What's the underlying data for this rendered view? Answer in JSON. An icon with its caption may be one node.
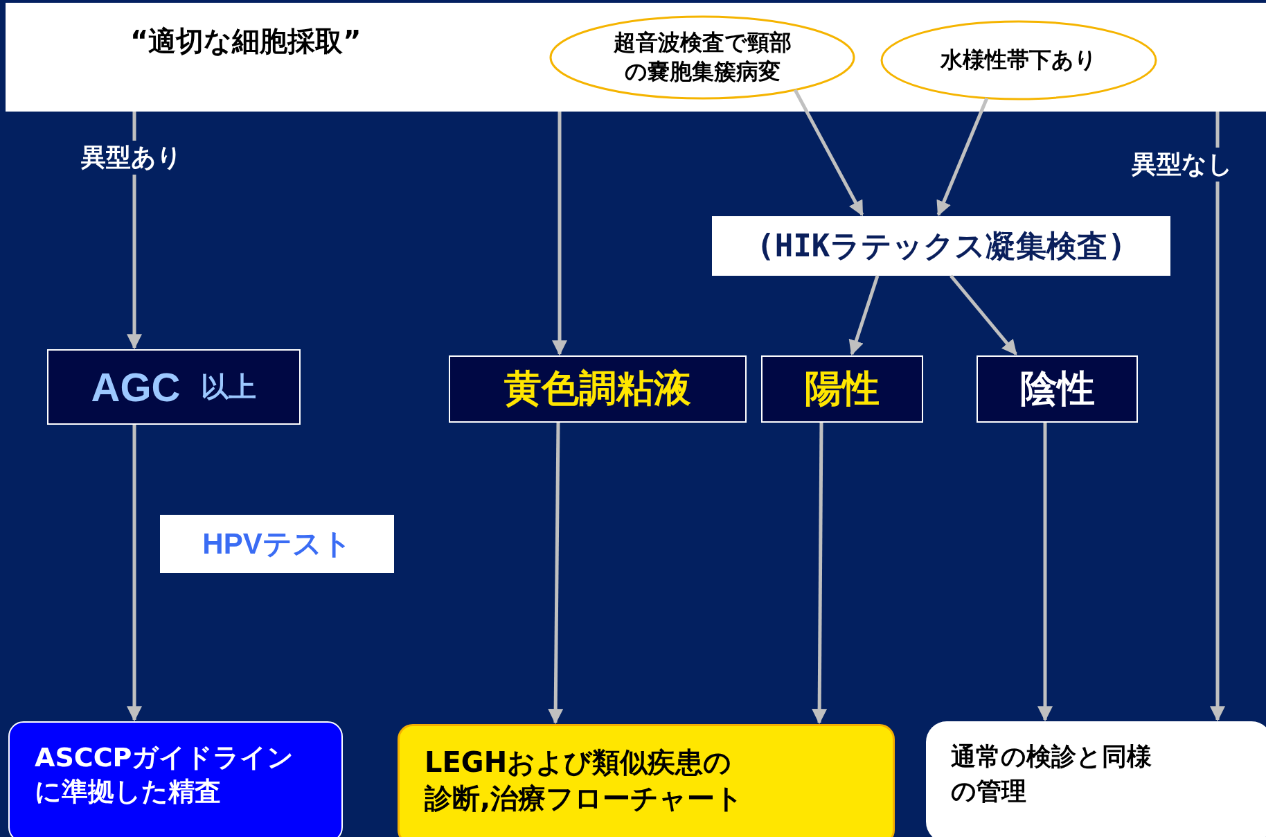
{
  "diagram": {
    "nodes": [
      {
        "text": [
          "“適切な細胞採取”"
        ]
      },
      {
        "text": [
          "超音波検査で頸部の嚢胞集簇病変"
        ],
        "in": 0
      },
      {
        "text": [
          "水様性帯下あり"
        ],
        "in": 0
      },
      {
        "text": [
          "(HIKラテックス凝集検査)"
        ]
      },
      {
        "text": [
          "AGC",
          "以上"
        ]
      },
      {
        "text": [
          "黄色調粘液"
        ]
      },
      {
        "text": [
          "陽性"
        ]
      },
      {
        "text": [
          "陰性"
        ]
      },
      {
        "text": [
          "HPVテスト"
        ]
      },
      {
        "text": [
          "ASCCPガイドラインに準拠した精査"
        ]
      },
      {
        "text": [
          "LEGHおよび類似疾患の診断,治療フローチャート"
        ]
      },
      {
        "text": [
          "通常の検診と同様の管理"
        ]
      }
    ],
    "edges": [
      {
        "from": 0,
        "to": 4,
        "arrow": "to",
        "label": "異型あり"
      },
      {
        "from": 0,
        "to": 5,
        "arrow": "to"
      },
      {
        "from": 1,
        "to": 3,
        "arrow": "to"
      },
      {
        "from": 2,
        "to": 3,
        "arrow": "to"
      },
      {
        "from": 3,
        "to": 6,
        "arrow": "to"
      },
      {
        "from": 3,
        "to": 7,
        "arrow": "to"
      },
      {
        "from": 4,
        "to": 9,
        "arrow": "to"
      },
      {
        "from": 5,
        "to": 10,
        "arrow": "to"
      },
      {
        "from": 6,
        "to": 10,
        "arrow": "to"
      },
      {
        "from": 7,
        "to": 11,
        "arrow": "to"
      },
      {
        "from": 0,
        "to": 11,
        "arrow": "to",
        "label": "異型なし"
      }
    ]
  }
}
